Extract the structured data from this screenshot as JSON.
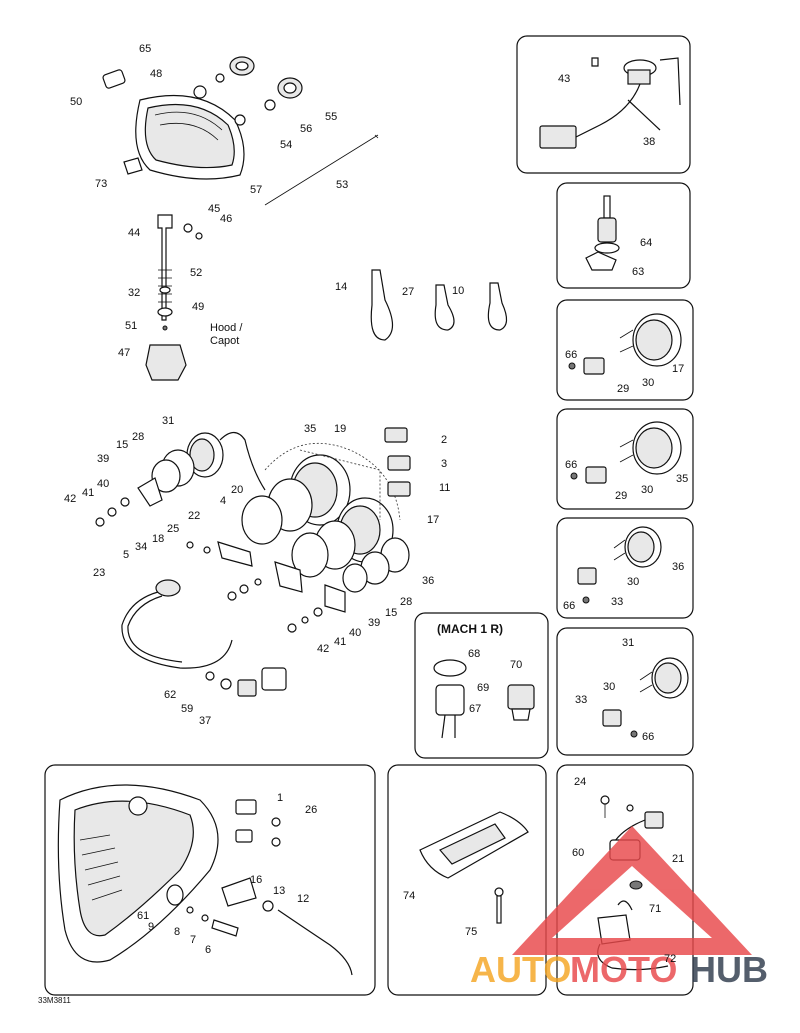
{
  "diagram": {
    "doc_code": "33M3811",
    "variant_label": "(MACH 1 R)",
    "hood_label_line1": "Hood /",
    "hood_label_line2": "Capot",
    "callouts": [
      {
        "id": "c65",
        "text": "65"
      },
      {
        "id": "c48",
        "text": "48"
      },
      {
        "id": "c50",
        "text": "50"
      },
      {
        "id": "c55",
        "text": "55"
      },
      {
        "id": "c56",
        "text": "56"
      },
      {
        "id": "c54",
        "text": "54"
      },
      {
        "id": "c57",
        "text": "57"
      },
      {
        "id": "c53",
        "text": "53"
      },
      {
        "id": "c73",
        "text": "73"
      },
      {
        "id": "c45",
        "text": "45"
      },
      {
        "id": "c46",
        "text": "46"
      },
      {
        "id": "c44",
        "text": "44"
      },
      {
        "id": "c52",
        "text": "52"
      },
      {
        "id": "c32",
        "text": "32"
      },
      {
        "id": "c49",
        "text": "49"
      },
      {
        "id": "c51",
        "text": "51"
      },
      {
        "id": "c47",
        "text": "47"
      },
      {
        "id": "c14",
        "text": "14"
      },
      {
        "id": "c27",
        "text": "27"
      },
      {
        "id": "c10",
        "text": "10"
      },
      {
        "id": "c43",
        "text": "43"
      },
      {
        "id": "c38",
        "text": "38"
      },
      {
        "id": "c64",
        "text": "64"
      },
      {
        "id": "c63",
        "text": "63"
      },
      {
        "id": "c66a",
        "text": "66"
      },
      {
        "id": "c29a",
        "text": "29"
      },
      {
        "id": "c30a",
        "text": "30"
      },
      {
        "id": "c17a",
        "text": "17"
      },
      {
        "id": "c66b",
        "text": "66"
      },
      {
        "id": "c29b",
        "text": "29"
      },
      {
        "id": "c30b",
        "text": "30"
      },
      {
        "id": "c35a",
        "text": "35"
      },
      {
        "id": "c36a",
        "text": "36"
      },
      {
        "id": "c30c",
        "text": "30"
      },
      {
        "id": "c66c",
        "text": "66"
      },
      {
        "id": "c33a",
        "text": "33"
      },
      {
        "id": "c31a",
        "text": "31"
      },
      {
        "id": "c30d",
        "text": "30"
      },
      {
        "id": "c33b",
        "text": "33"
      },
      {
        "id": "c66d",
        "text": "66"
      },
      {
        "id": "c31b",
        "text": "31"
      },
      {
        "id": "c15a",
        "text": "15"
      },
      {
        "id": "c28a",
        "text": "28"
      },
      {
        "id": "c39a",
        "text": "39"
      },
      {
        "id": "c40a",
        "text": "40"
      },
      {
        "id": "c41a",
        "text": "41"
      },
      {
        "id": "c42a",
        "text": "42"
      },
      {
        "id": "c35b",
        "text": "35"
      },
      {
        "id": "c19",
        "text": "19"
      },
      {
        "id": "c2",
        "text": "2"
      },
      {
        "id": "c3",
        "text": "3"
      },
      {
        "id": "c11",
        "text": "11"
      },
      {
        "id": "c17b",
        "text": "17"
      },
      {
        "id": "c20",
        "text": "20"
      },
      {
        "id": "c4",
        "text": "4"
      },
      {
        "id": "c22",
        "text": "22"
      },
      {
        "id": "c25",
        "text": "25"
      },
      {
        "id": "c18",
        "text": "18"
      },
      {
        "id": "c34",
        "text": "34"
      },
      {
        "id": "c5",
        "text": "5"
      },
      {
        "id": "c23",
        "text": "23"
      },
      {
        "id": "c36b",
        "text": "36"
      },
      {
        "id": "c28b",
        "text": "28"
      },
      {
        "id": "c15b",
        "text": "15"
      },
      {
        "id": "c39b",
        "text": "39"
      },
      {
        "id": "c40b",
        "text": "40"
      },
      {
        "id": "c41b",
        "text": "41"
      },
      {
        "id": "c42b",
        "text": "42"
      },
      {
        "id": "c62",
        "text": "62"
      },
      {
        "id": "c59",
        "text": "59"
      },
      {
        "id": "c37",
        "text": "37"
      },
      {
        "id": "c68",
        "text": "68"
      },
      {
        "id": "c70",
        "text": "70"
      },
      {
        "id": "c69",
        "text": "69"
      },
      {
        "id": "c67",
        "text": "67"
      },
      {
        "id": "c1",
        "text": "1"
      },
      {
        "id": "c26",
        "text": "26"
      },
      {
        "id": "c16",
        "text": "16"
      },
      {
        "id": "c13",
        "text": "13"
      },
      {
        "id": "c12",
        "text": "12"
      },
      {
        "id": "c61",
        "text": "61"
      },
      {
        "id": "c9",
        "text": "9"
      },
      {
        "id": "c8",
        "text": "8"
      },
      {
        "id": "c7",
        "text": "7"
      },
      {
        "id": "c6",
        "text": "6"
      },
      {
        "id": "c74",
        "text": "74"
      },
      {
        "id": "c75",
        "text": "75"
      },
      {
        "id": "c24",
        "text": "24"
      },
      {
        "id": "c60",
        "text": "60"
      },
      {
        "id": "c21",
        "text": "21"
      },
      {
        "id": "c71",
        "text": "71"
      },
      {
        "id": "c72",
        "text": "72"
      }
    ]
  },
  "watermark": {
    "word_part1": "AUTO",
    "word_part2": "MOTO",
    "word_part3": "HUB",
    "color_orange": "#f5a623",
    "color_red": "#e8484a",
    "color_dark": "#2f3b4c"
  }
}
